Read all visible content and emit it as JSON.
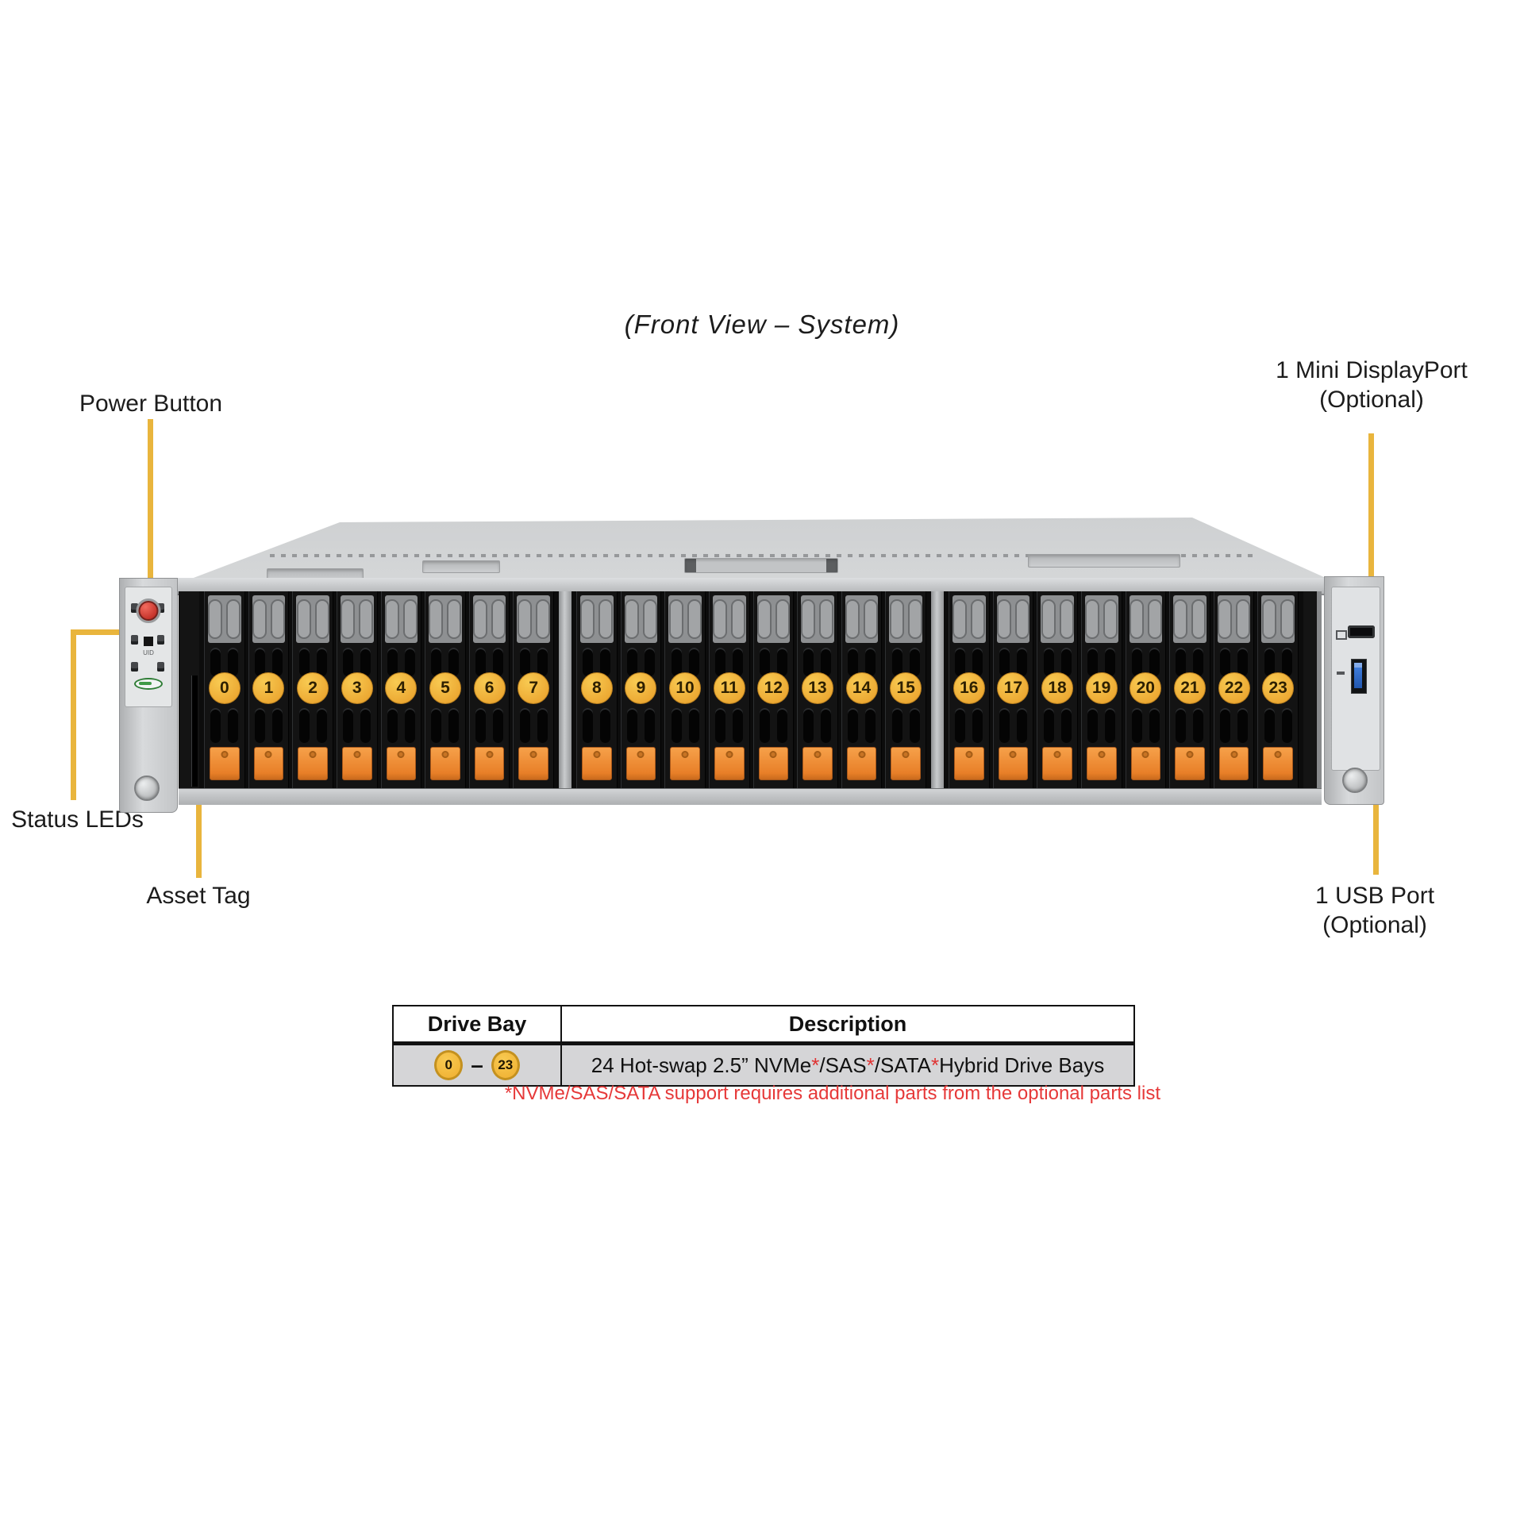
{
  "title": "(Front View – System)",
  "callouts": {
    "power_button": "Power Button",
    "mini_displayport_line1": "1 Mini DisplayPort",
    "mini_displayport_line2": "(Optional)",
    "status_leds": "Status LEDs",
    "asset_tag": "Asset Tag",
    "usb_port_line1": "1 USB Port",
    "usb_port_line2": "(Optional)"
  },
  "server": {
    "uid_label": "UID",
    "bay_numbers": [
      "0",
      "1",
      "2",
      "3",
      "4",
      "5",
      "6",
      "7",
      "8",
      "9",
      "10",
      "11",
      "12",
      "13",
      "14",
      "15",
      "16",
      "17",
      "18",
      "19",
      "20",
      "21",
      "22",
      "23"
    ],
    "icons": [
      "power-button-icon",
      "uid-button-icon",
      "status-led-icons",
      "supermicro-logo",
      "asset-tag-slot",
      "mini-displayport-icon",
      "monitor-icon",
      "usb-port-icon",
      "usb-symbol-icon",
      "thumbscrew-icon"
    ]
  },
  "table": {
    "col1_header": "Drive Bay",
    "col2_header": "Description",
    "bay_start": "0",
    "bay_range_dash": "–",
    "bay_end": "23",
    "description": {
      "part1": "24 Hot-swap 2.5” NVMe",
      "star1": "*",
      "part2": "/SAS",
      "star2": "*",
      "part3": "/SATA",
      "star3": "*",
      "part4": " Hybrid Drive Bays"
    },
    "footnote": "*NVMe/SAS/SATA support requires additional parts from the optional parts list"
  },
  "colors": {
    "leader_line_amber": "#e9b53d",
    "bay_badge_yellow": "#f2b63c",
    "latch_orange": "#ee8a33",
    "power_button_red": "#c22f27",
    "usb_blue": "#2f6fd0",
    "footnote_red": "#e63939",
    "table_row_gray": "#d5d5d7",
    "chassis_silver": "#cdcfd1"
  }
}
